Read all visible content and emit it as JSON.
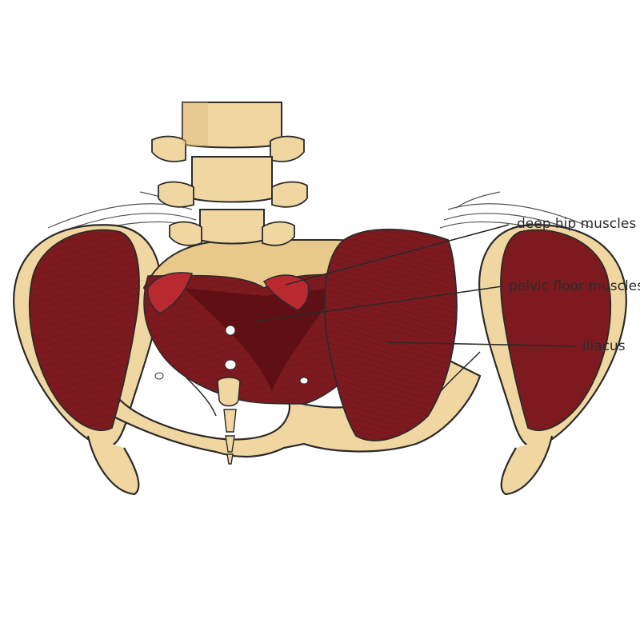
{
  "labels": {
    "deep_hip": "deep hip muscles",
    "pelvic_floor": "pelvic floor muscles",
    "iliacus": "iliacus"
  },
  "colors": {
    "background": "#ffffff",
    "bone": "#f0d6a0",
    "bone_shadow": "#dcbc7c",
    "muscle": "#7d1a20",
    "muscle_dark": "#5a0f14",
    "muscle_light": "#a5272d",
    "outline": "#2b2b2b",
    "leader_line": "#2b2b2b"
  }
}
